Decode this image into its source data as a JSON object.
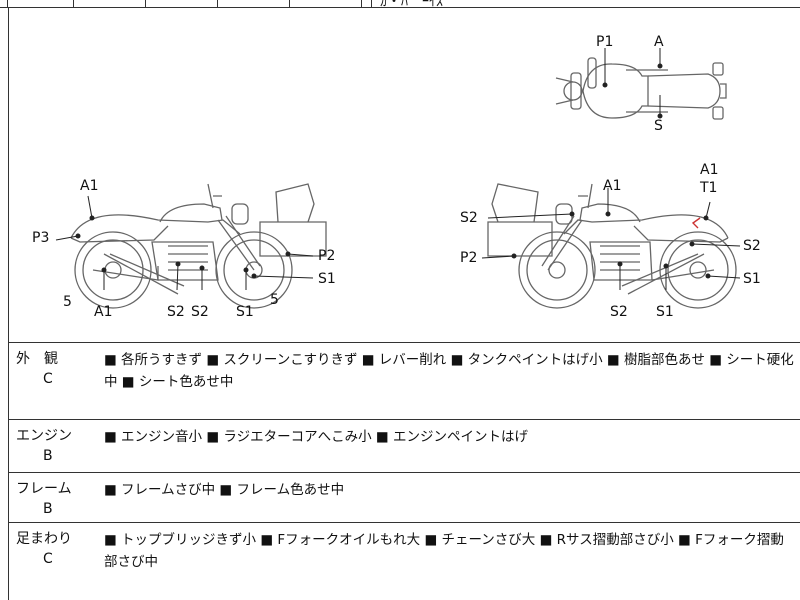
{
  "header_fragment": "ｶ・ﾊ゛ｰｲｽ",
  "diagram": {
    "top_view": {
      "labels": [
        "P1",
        "A",
        "S"
      ]
    },
    "left_view": {
      "labels": [
        "A1",
        "P3",
        "5",
        "A1",
        "S2",
        "S2",
        "S1",
        "5",
        "P2",
        "S1"
      ]
    },
    "right_view": {
      "labels": [
        "A1",
        "T1",
        "A1",
        "S2",
        "P2",
        "S2",
        "S2",
        "S1",
        "S1"
      ]
    }
  },
  "conditions": [
    {
      "category": "外　観",
      "grade": "C",
      "description": "■ 各所うすきず ■ スクリーンこすりきず ■ レバー削れ ■ タンクペイントはげ小 ■ 樹脂部色あせ ■ シート硬化中 ■ シート色あせ中"
    },
    {
      "category": "エンジン",
      "grade": "B",
      "description": "■ エンジン音小 ■ ラジエターコアへこみ小 ■ エンジンペイントはげ"
    },
    {
      "category": "フレーム",
      "grade": "B",
      "description": "■ フレームさび中 ■ フレーム色あせ中"
    },
    {
      "category": "足まわり",
      "grade": "C",
      "description": "■ トップブリッジきず小 ■ Fフォークオイルもれ大 ■ チェーンさび大 ■ Rサス摺動部さび小 ■ Fフォーク摺動部さび中"
    }
  ]
}
